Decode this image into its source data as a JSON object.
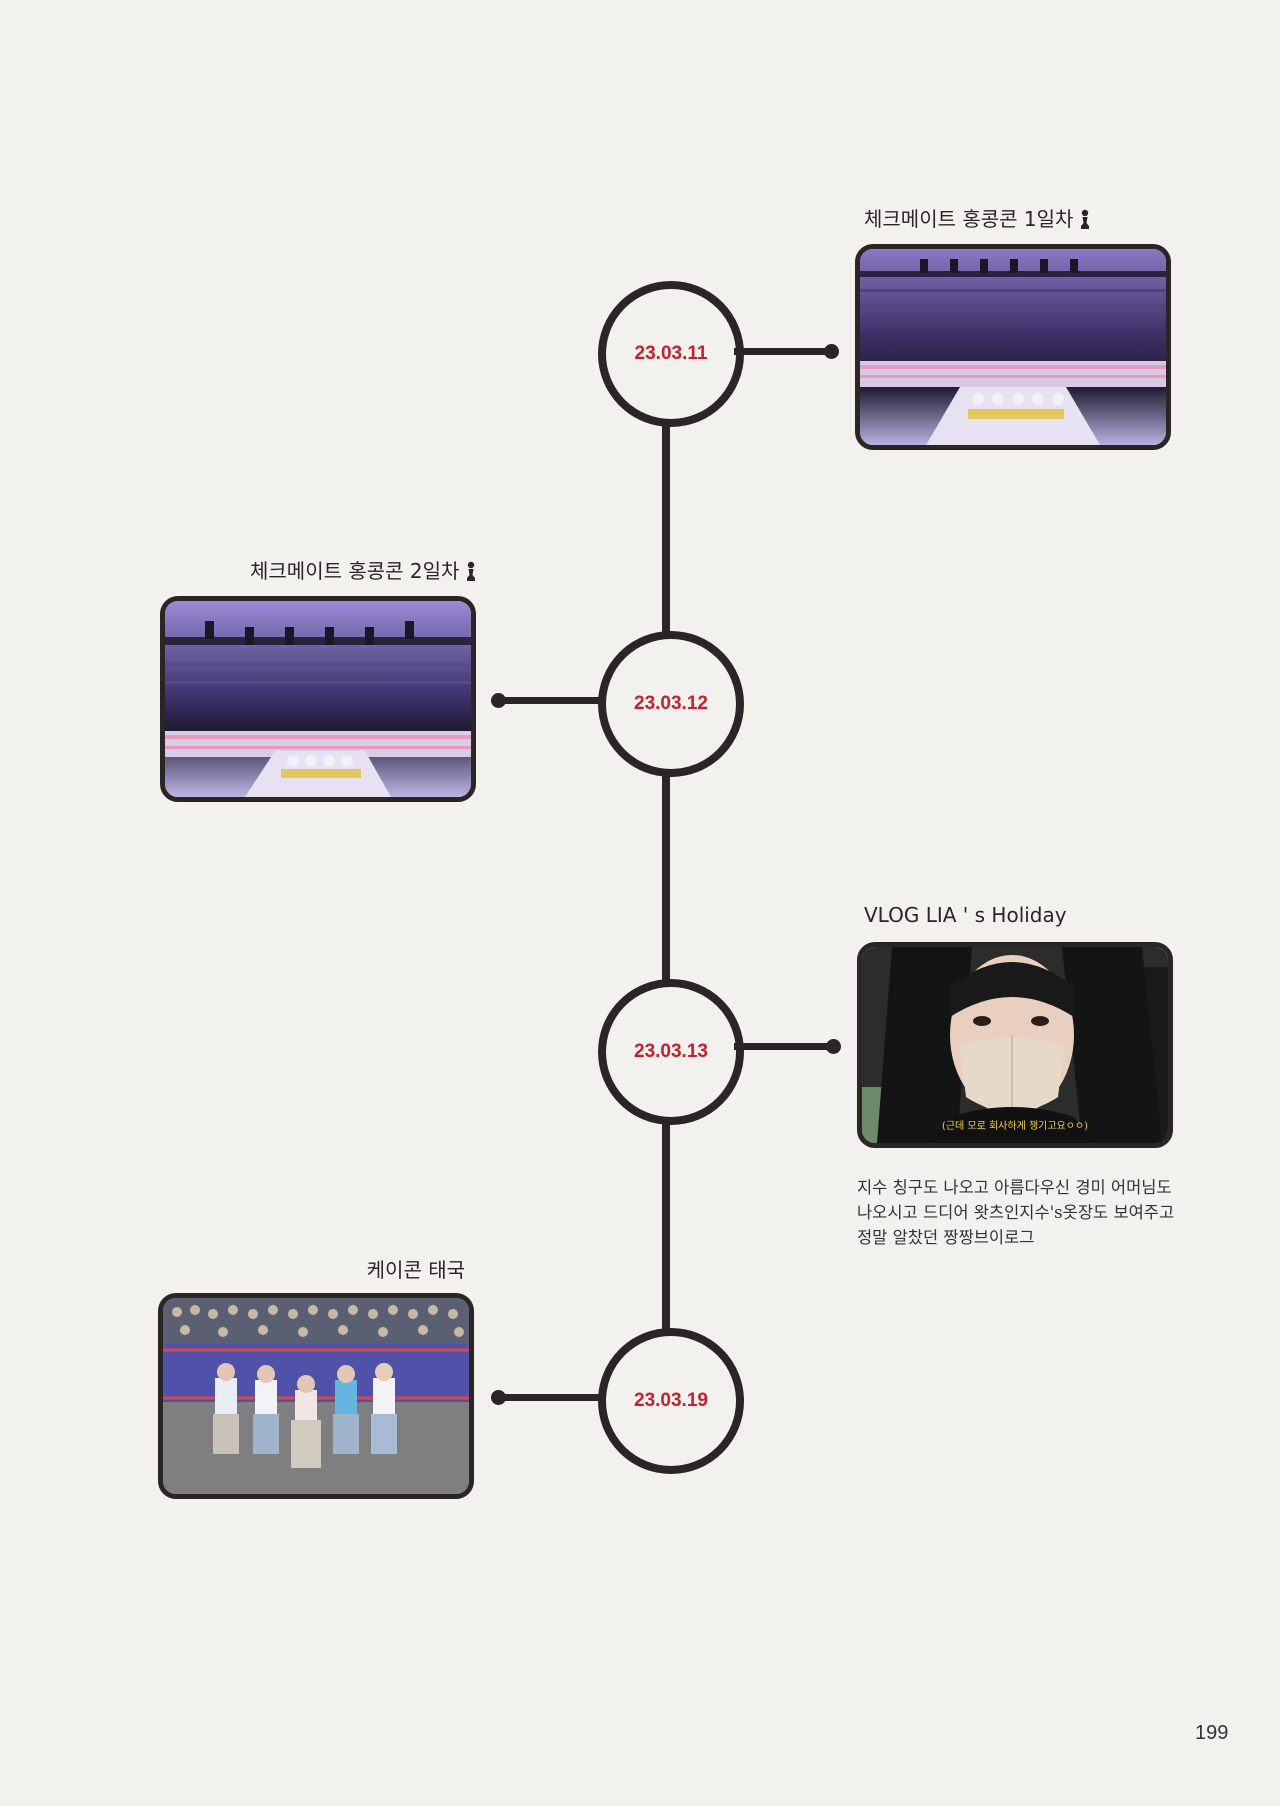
{
  "timeline": [
    {
      "date": "23.03.11",
      "title": "체크메이트 홍콩콘 1일차",
      "side": "right",
      "image": "concert-stage-hong-kong-day1"
    },
    {
      "date": "23.03.12",
      "title": "체크메이트 홍콩콘 2일차",
      "side": "left",
      "image": "concert-stage-hong-kong-day2"
    },
    {
      "date": "23.03.13",
      "title": "VLOG LIA ' s Holiday",
      "side": "right",
      "image": "vlog-masked-portrait",
      "caption": "(근데 모로 회사하게 챙기고요ㅇㅇ)",
      "description": [
        "지수 칭구도 나오고 아름다우신 경미 어머님도",
        "나오시고 드디어 왓츠인지수's옷장도 보여주고",
        "정말 알찼던 짱짱브이로그"
      ]
    },
    {
      "date": "23.03.19",
      "title": "케이콘 태국",
      "side": "left",
      "image": "group-photo-kcon-thailand"
    }
  ],
  "icons": {
    "chess_piece": "chess-pawn-icon"
  },
  "colors": {
    "date_text": "#c4202f",
    "line": "#2b2626",
    "background": "#f2f1ee"
  },
  "page_number": "199"
}
